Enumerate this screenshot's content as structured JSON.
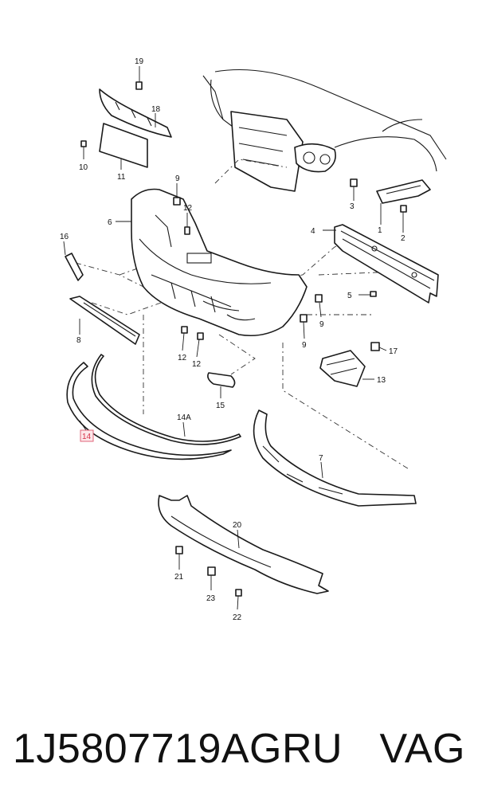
{
  "caption": {
    "part_number": "1J5807719AGRU",
    "brand": "VAG"
  },
  "callouts": {
    "c1": "1",
    "c2": "2",
    "c3": "3",
    "c4": "4",
    "c5": "5",
    "c6": "6",
    "c7": "7",
    "c8": "8",
    "c9a": "9",
    "c9b": "9",
    "c9c": "9",
    "c10": "10",
    "c11": "11",
    "c12a": "12",
    "c12b": "12",
    "c12c": "12",
    "c13": "13",
    "c14": "14",
    "c14a": "14A",
    "c15": "15",
    "c16": "16",
    "c17": "17",
    "c18": "18",
    "c19": "19",
    "c20": "20",
    "c21": "21",
    "c22": "22",
    "c23": "23"
  },
  "highlight_color": "#d6334a"
}
